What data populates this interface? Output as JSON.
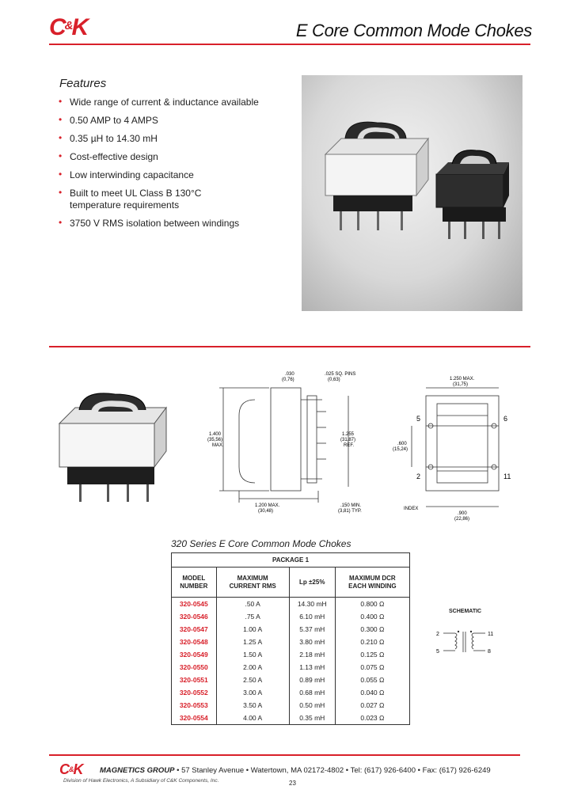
{
  "header": {
    "logo": {
      "c": "C",
      "amp": "&",
      "k": "K"
    },
    "title": "E Core Common Mode Chokes"
  },
  "features": {
    "title": "Features",
    "items": [
      "Wide range of current & inductance available",
      "0.50 AMP to 4 AMPS",
      "0.35 µH to 14.30 mH",
      "Cost-effective design",
      "Low interwinding capacitance",
      "Built to meet UL Class B 130°C temperature requirements",
      "3750 V RMS isolation between windings"
    ]
  },
  "drawing": {
    "side_labels": {
      "height": "1.400",
      "height_mm": "(35,56)",
      "height_max": "MAX.",
      "top": ".030",
      "top_mm": "(0,76)",
      "pins": ".025 SQ. PINS",
      "pins_mm": "(0,63)",
      "ref": "1.255",
      "ref_mm": "(31,87)",
      "ref_txt": "REF.",
      "width": "1.200 MAX.",
      "width_mm": "(30,48)",
      "pitch": ".150 MIN.",
      "pitch_mm": "(3,81) TYP."
    },
    "top_labels": {
      "length": "1.250 MAX.",
      "length_mm": "(31,75)",
      "row": ".600",
      "row_mm": "(15,24)",
      "bottom": ".900",
      "bottom_mm": "(22,86)",
      "index": "INDEX",
      "pin_a": "5",
      "pin_b": "6",
      "pin_c": "2",
      "pin_d": "11"
    }
  },
  "table": {
    "title": "320 Series E Core Common Mode Chokes",
    "package": "PACKAGE 1",
    "headers": {
      "model": [
        "MODEL",
        "NUMBER"
      ],
      "current": [
        "MAXIMUM",
        "CURRENT RMS"
      ],
      "lp": "Lp ±25%",
      "dcr": [
        "MAXIMUM DCR",
        "EACH WINDING"
      ]
    },
    "rows": [
      {
        "model": "320-0545",
        "current": ".50 A",
        "lp": "14.30 mH",
        "dcr": "0.800 Ω"
      },
      {
        "model": "320-0546",
        "current": ".75 A",
        "lp": "6.10 mH",
        "dcr": "0.400 Ω"
      },
      {
        "model": "320-0547",
        "current": "1.00 A",
        "lp": "5.37 mH",
        "dcr": "0.300 Ω"
      },
      {
        "model": "320-0548",
        "current": "1.25 A",
        "lp": "3.80 mH",
        "dcr": "0.210 Ω"
      },
      {
        "model": "320-0549",
        "current": "1.50 A",
        "lp": "2.18 mH",
        "dcr": "0.125 Ω"
      },
      {
        "model": "320-0550",
        "current": "2.00 A",
        "lp": "1.13 mH",
        "dcr": "0.075 Ω"
      },
      {
        "model": "320-0551",
        "current": "2.50 A",
        "lp": "0.89 mH",
        "dcr": "0.055 Ω"
      },
      {
        "model": "320-0552",
        "current": "3.00 A",
        "lp": "0.68 mH",
        "dcr": "0.040 Ω"
      },
      {
        "model": "320-0553",
        "current": "3.50 A",
        "lp": "0.50 mH",
        "dcr": "0.027 Ω"
      },
      {
        "model": "320-0554",
        "current": "4.00 A",
        "lp": "0.35 mH",
        "dcr": "0.023 Ω"
      }
    ]
  },
  "schematic": {
    "title": "SCHEMATIC",
    "pins": {
      "tl": "2",
      "tr": "11",
      "bl": "5",
      "br": "8"
    }
  },
  "footer": {
    "logo": {
      "c": "C",
      "amp": "&",
      "k": "K"
    },
    "group": "MAGNETICS GROUP",
    "address": "• 57 Stanley Avenue  •  Watertown, MA 02172-4802  •  Tel: (617) 926-6400  •  Fax: (617) 926-6249",
    "division": "Division of Hawk Electronics, A Subsidiary of C&K Components, Inc.",
    "page": "23"
  },
  "colors": {
    "accent": "#d8202a",
    "text": "#222222"
  }
}
